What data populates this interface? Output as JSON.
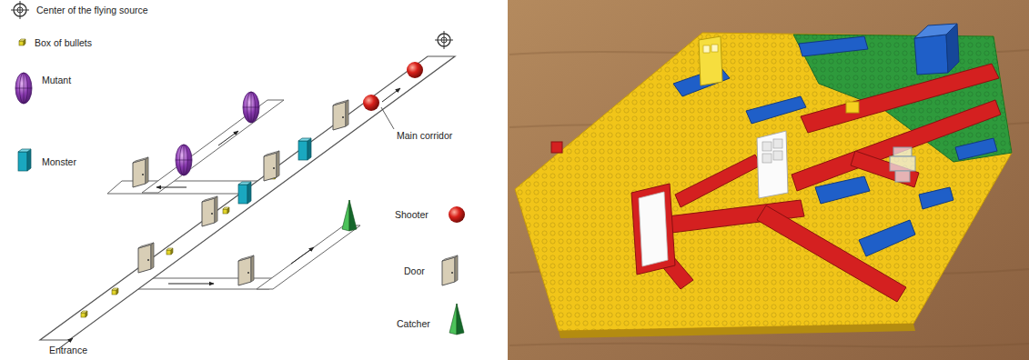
{
  "diagram": {
    "labels": [
      "Main corridor",
      "Entrance"
    ],
    "legend": [
      {
        "text": "Center of the flying source"
      },
      {
        "text": "Box of bullets"
      },
      {
        "text": "Mutant"
      },
      {
        "text": "Monster"
      },
      {
        "text": "Shooter"
      },
      {
        "text": "Door"
      },
      {
        "text": "Catcher"
      }
    ]
  }
}
